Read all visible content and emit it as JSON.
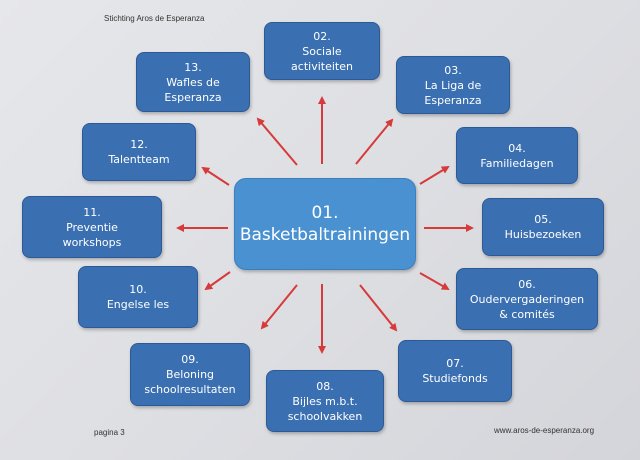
{
  "header": "Stichting Aros de Esperanza",
  "footer": {
    "page": "pagina 3",
    "website": "www.aros-de-esperanza.org"
  },
  "colors": {
    "box": "#3a6fb2",
    "center_box": "#4a91d2",
    "arrow": "#d63a3a"
  },
  "center": {
    "number": "01.",
    "label": "Basketbaltrainingen"
  },
  "nodes": [
    {
      "id": "02",
      "lines": [
        "02.",
        "Sociale",
        "activiteiten"
      ]
    },
    {
      "id": "03",
      "lines": [
        "03.",
        "La Liga de",
        "Esperanza"
      ]
    },
    {
      "id": "04",
      "lines": [
        "04.",
        "Familiedagen"
      ]
    },
    {
      "id": "05",
      "lines": [
        "05.",
        "Huisbezoeken"
      ]
    },
    {
      "id": "06",
      "lines": [
        "06.",
        "Oudervergaderingen",
        "& comités"
      ]
    },
    {
      "id": "07",
      "lines": [
        "07.",
        "Studiefonds"
      ]
    },
    {
      "id": "08",
      "lines": [
        "08.",
        "Bijles m.b.t.",
        "schoolvakken"
      ]
    },
    {
      "id": "09",
      "lines": [
        "09.",
        "Beloning",
        "schoolresultaten"
      ]
    },
    {
      "id": "10",
      "lines": [
        "10.",
        "Engelse les"
      ]
    },
    {
      "id": "11",
      "lines": [
        "11.",
        "Preventie",
        "workshops"
      ]
    },
    {
      "id": "12",
      "lines": [
        "12.",
        "Talentteam"
      ]
    },
    {
      "id": "13",
      "lines": [
        "13.",
        "Wafles de",
        "Esperanza"
      ]
    }
  ]
}
